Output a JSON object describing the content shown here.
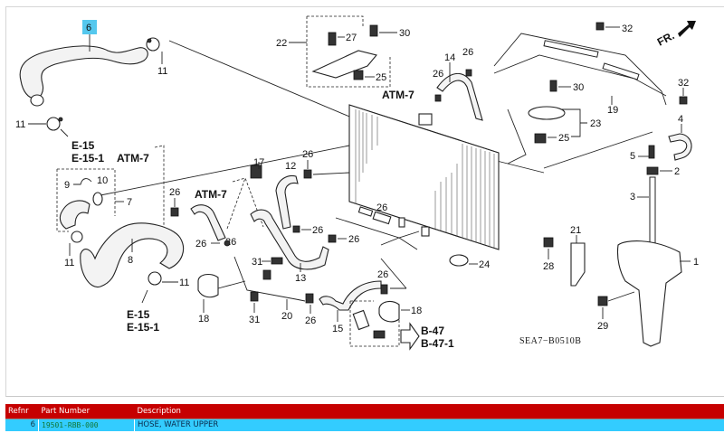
{
  "diagram": {
    "code": "SEA7−B0510B",
    "front_indicator": "FR.",
    "selected_ref": "6",
    "highlight_color": "#55c8ee",
    "callouts": {
      "c6": "6",
      "c11a": "11",
      "c11b": "11",
      "c11c": "11",
      "c11d": "11",
      "c22": "22",
      "c27": "27",
      "c30a": "30",
      "c25a": "25",
      "c14": "14",
      "c26a": "26",
      "c26b": "26",
      "c32a": "32",
      "c32b": "32",
      "c30b": "30",
      "c19": "19",
      "c23": "23",
      "c25b": "25",
      "c4": "4",
      "c5": "5",
      "c2": "2",
      "c3": "3",
      "c9": "9",
      "c10": "10",
      "c7": "7",
      "c8": "8",
      "c26c": "26",
      "c17": "17",
      "c12": "12",
      "c26d": "26",
      "c26e": "26",
      "c26f": "26",
      "c26g": "26",
      "c26h": "26",
      "c26i": "26",
      "c26j": "26",
      "c26k": "26",
      "c13": "13",
      "c31a": "31",
      "c31b": "31",
      "c20": "20",
      "c18a": "18",
      "c18b": "18",
      "c15": "15",
      "c24": "24",
      "c21": "21",
      "c28": "28",
      "c1": "1",
      "c29": "29"
    },
    "refs": {
      "e15_top": "E-15",
      "e151_top": "E-15-1",
      "e15_bot": "E-15",
      "e151_bot": "E-15-1",
      "atm7_a": "ATM-7",
      "atm7_b": "ATM-7",
      "atm7_c": "ATM-7",
      "b47": "B-47",
      "b471": "B-47-1"
    }
  },
  "table": {
    "headers": {
      "ref": "Refnr",
      "part_number": "Part Number",
      "description": "Description"
    },
    "header_color": "#c60000",
    "row_color": "#33ccff",
    "rows": [
      {
        "ref": "6",
        "part_number": "19501-RBB-000",
        "description": "HOSE, WATER UPPER"
      }
    ]
  }
}
